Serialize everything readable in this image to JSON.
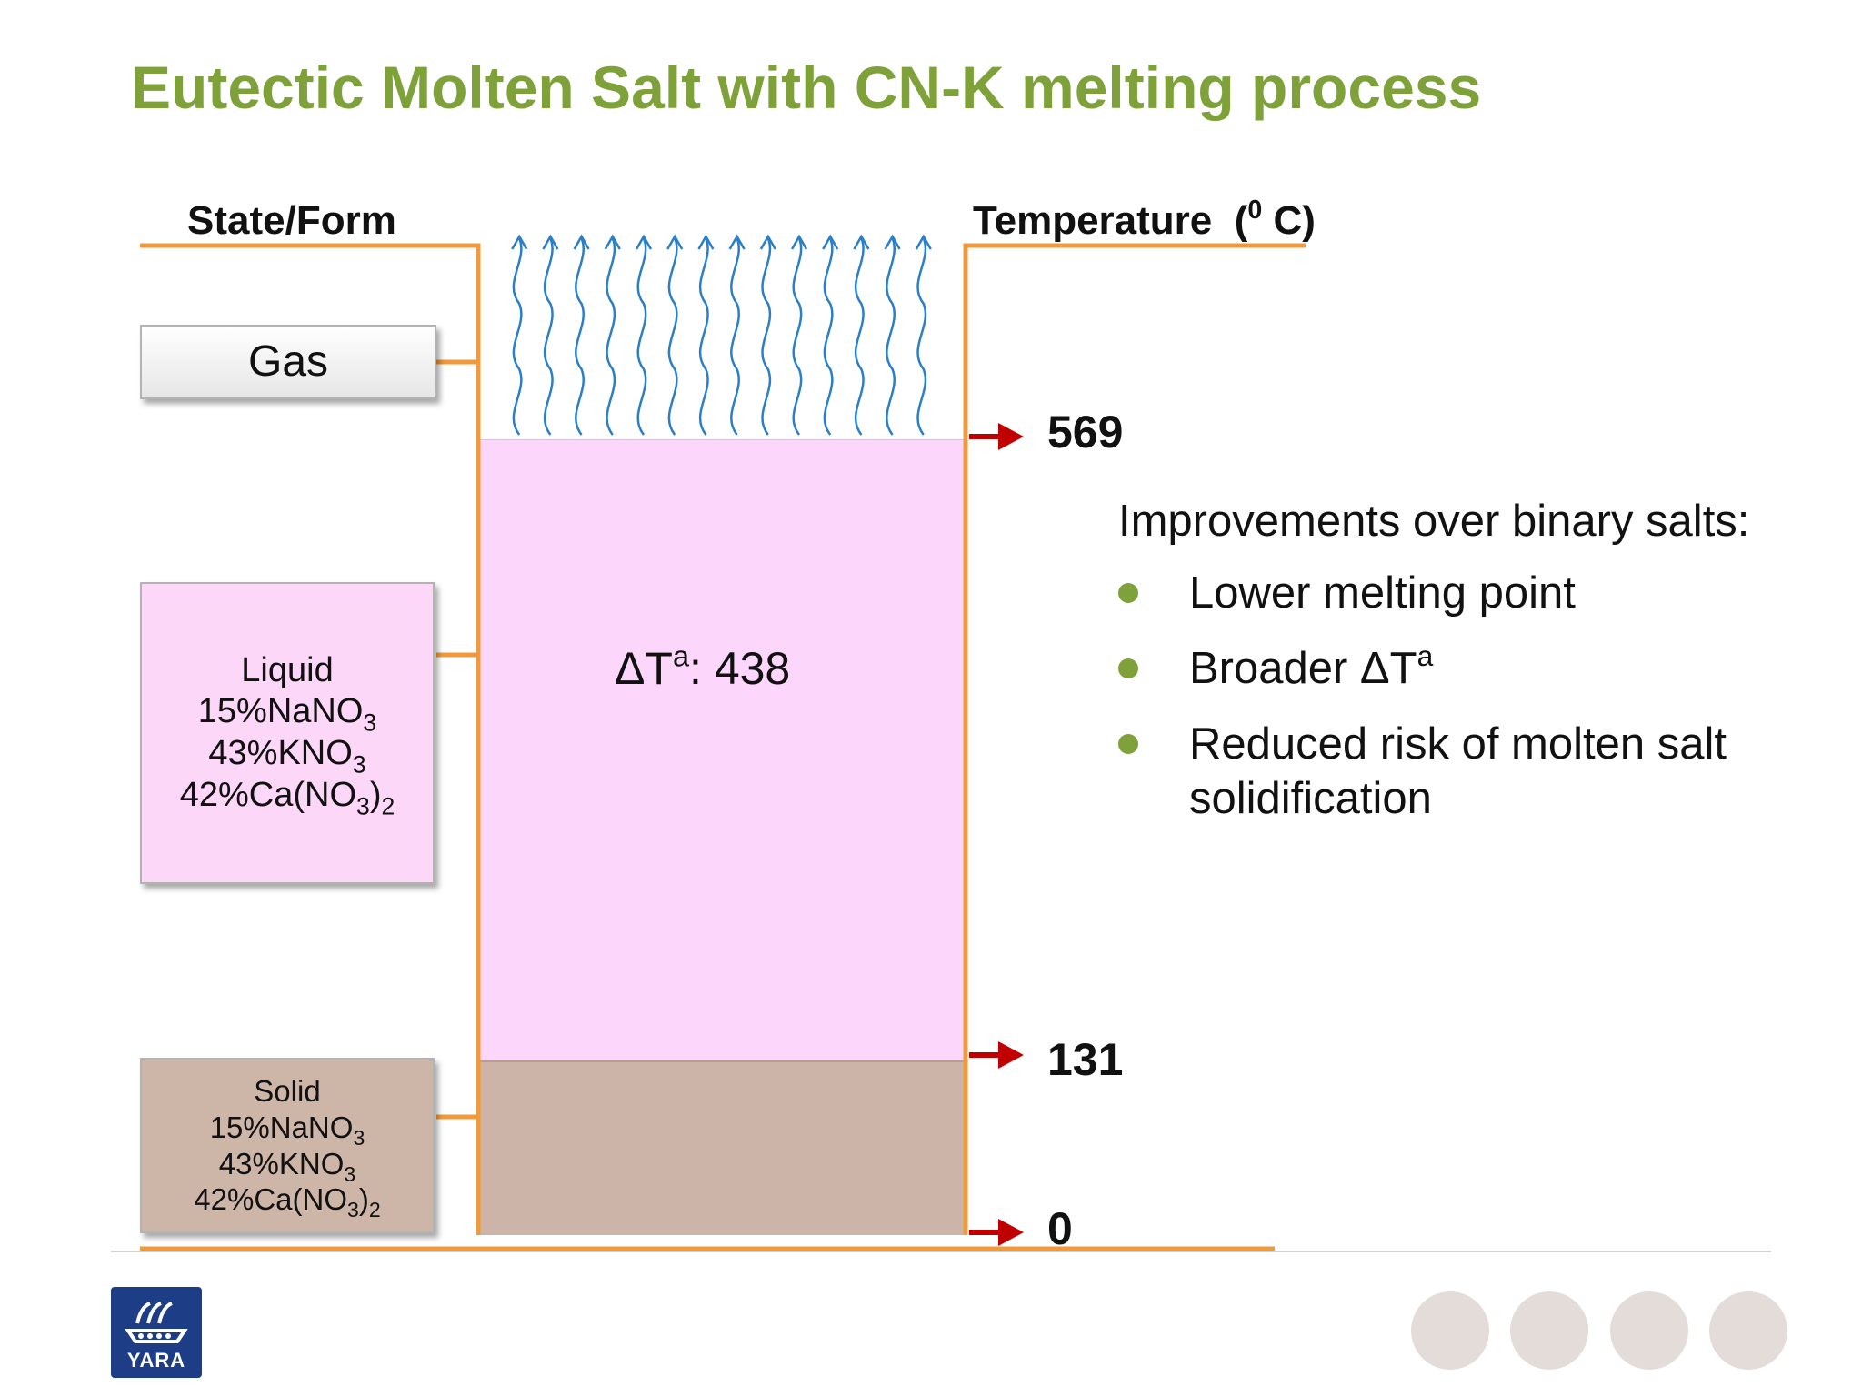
{
  "title": "Eutectic Molten Salt with CN-K melting process",
  "headers": {
    "state_form": "State/Form",
    "temperature_label": "Temperature",
    "temperature_unit_open": "(",
    "temperature_unit_sup": "0",
    "temperature_unit_close": " C)"
  },
  "states": {
    "gas": "Gas",
    "liquid": {
      "label": "Liquid",
      "comp1_pre": "15%NaNO",
      "comp1_sub": "3",
      "comp2_pre": "43%KNO",
      "comp2_sub": "3",
      "comp3_pre": "42%Ca(NO",
      "comp3_sub": "3",
      "comp3_mid": ")",
      "comp3_sub2": "2"
    },
    "solid": {
      "label": "Solid",
      "comp1_pre": "15%NaNO",
      "comp1_sub": "3",
      "comp2_pre": "43%KNO",
      "comp2_sub": "3",
      "comp3_pre": "42%Ca(NO",
      "comp3_sub": "3",
      "comp3_mid": ")",
      "comp3_sub2": "2"
    }
  },
  "delta": {
    "prefix": "ΔT",
    "sup": "a",
    "value": ": 438"
  },
  "temperatures": {
    "top": "569",
    "mid": "131",
    "bottom": "0"
  },
  "improvements": {
    "heading": "Improvements over binary salts:",
    "items": [
      {
        "text": "Lower melting point"
      },
      {
        "text": "Broader ΔT",
        "sup": "a"
      },
      {
        "text": "Reduced risk of molten salt solidification"
      }
    ]
  },
  "logo_text": "YARA",
  "colors": {
    "title": "#7ea13a",
    "axis": "#f29a3a",
    "arrow": "#c00000",
    "liquid": "#fcd6fb",
    "solid": "#ccb4a8",
    "vapor": "#2a7fc9",
    "bullet": "#7ea13a"
  }
}
